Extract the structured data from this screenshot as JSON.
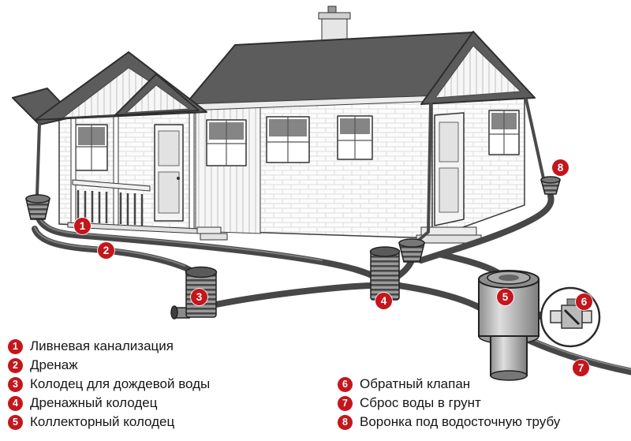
{
  "diagram": {
    "colors": {
      "marker_red": "#c4161c",
      "pipe_gray": "#474747",
      "roof_gray": "#5c5c5c"
    }
  },
  "markers": [
    "1",
    "2",
    "3",
    "4",
    "5",
    "6",
    "7",
    "8"
  ],
  "legend": {
    "left": [
      {
        "n": "1",
        "label": "Ливневая канализация"
      },
      {
        "n": "2",
        "label": "Дренаж"
      },
      {
        "n": "3",
        "label": "Колодец для дождевой воды"
      },
      {
        "n": "4",
        "label": "Дренажный колодец"
      },
      {
        "n": "5",
        "label": "Коллекторный колодец"
      }
    ],
    "right": [
      {
        "n": "6",
        "label": "Обратный клапан"
      },
      {
        "n": "7",
        "label": "Сброс воды в грунт"
      },
      {
        "n": "8",
        "label": "Воронка под водосточную трубу"
      }
    ]
  }
}
